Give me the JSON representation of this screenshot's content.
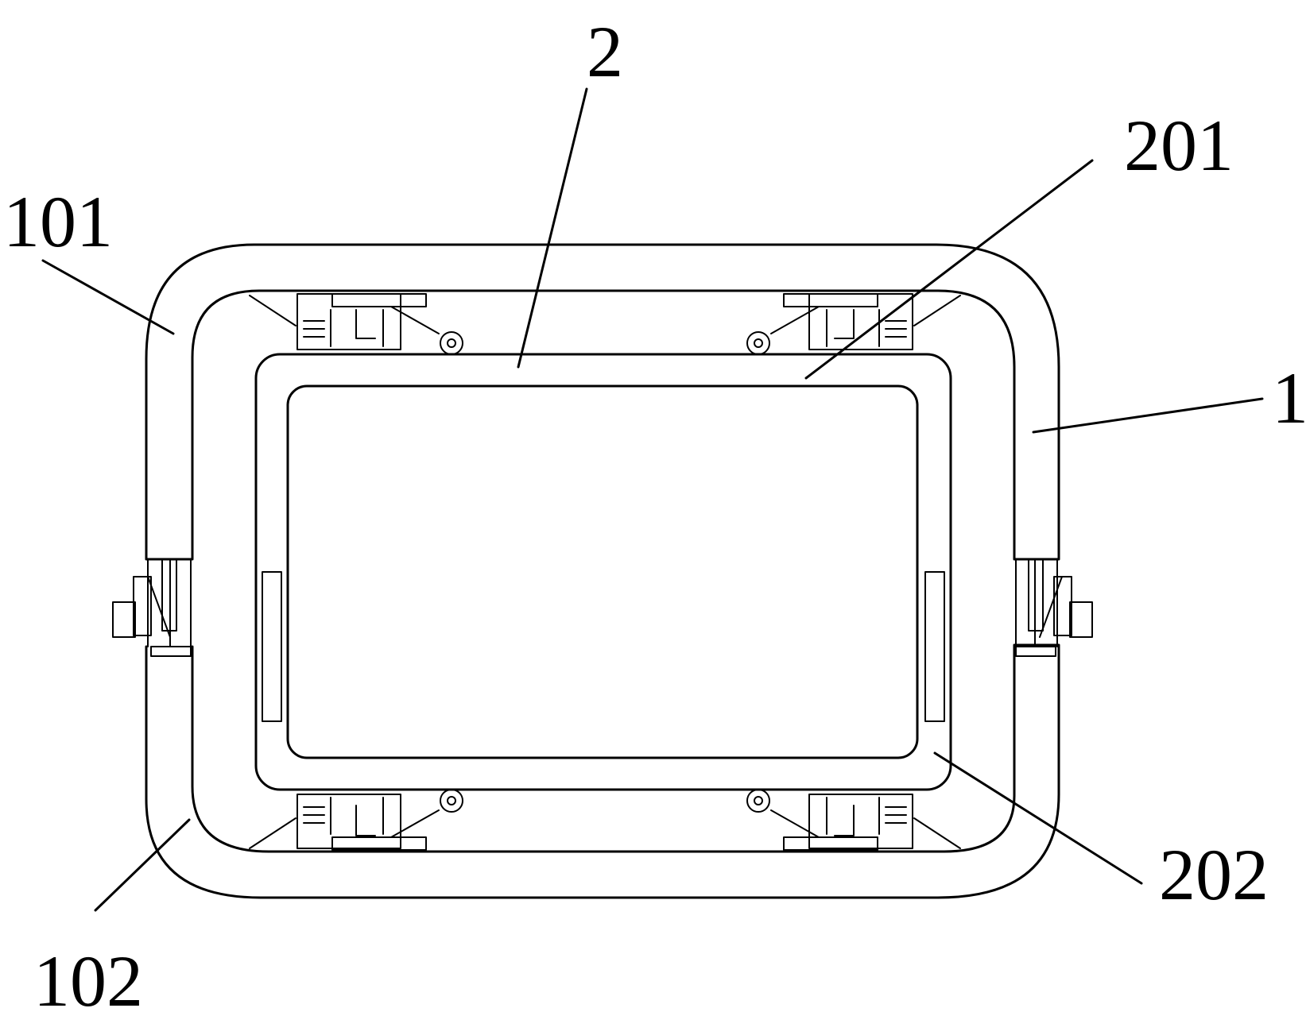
{
  "labels": {
    "l2": "2",
    "l201": "201",
    "l101": "101",
    "l1": "1",
    "l102": "102",
    "l202": "202"
  },
  "colors": {
    "line": "#000000",
    "background": "#ffffff"
  }
}
